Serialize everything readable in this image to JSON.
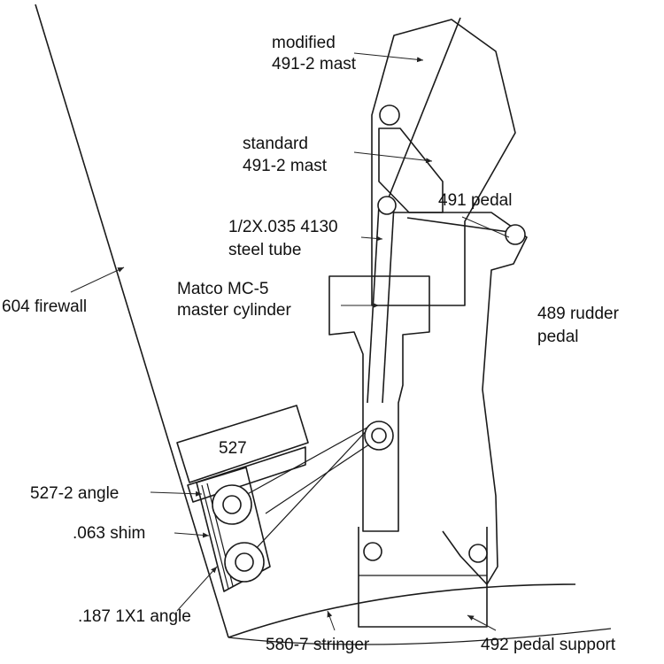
{
  "diagram": {
    "labels": {
      "modified_mast": [
        "modified",
        "491-2 mast"
      ],
      "standard_mast": [
        "standard",
        "491-2 mast"
      ],
      "pedal_491": "491 pedal",
      "steel_tube": [
        "1/2X.035 4130",
        "steel tube"
      ],
      "master_cylinder": [
        "Matco MC-5",
        "master cylinder"
      ],
      "firewall": "604 firewall",
      "rudder_pedal": [
        "489 rudder",
        "pedal"
      ],
      "part_527": "527",
      "angle_527_2": "527-2 angle",
      "shim": ".063 shim",
      "angle_187": ".187 1X1 angle",
      "stringer": "580-7 stringer",
      "pedal_support": "492 pedal support"
    }
  }
}
